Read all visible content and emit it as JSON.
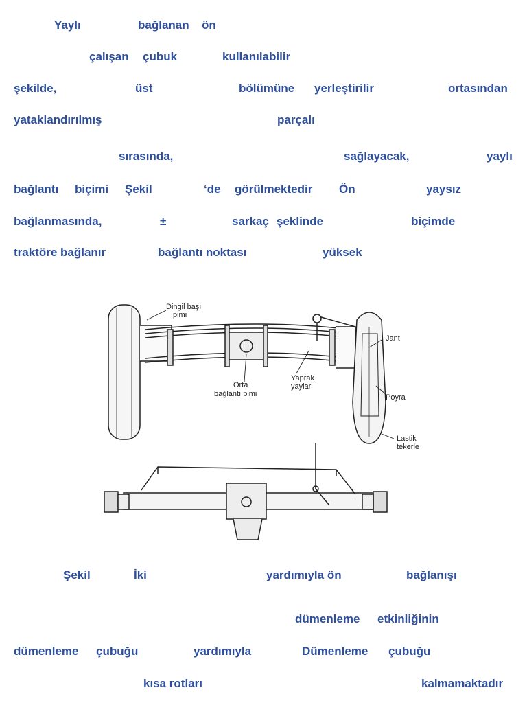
{
  "text": {
    "l1": [
      "Yaylı",
      "bağlanan",
      "ön"
    ],
    "l2": [
      "çalışan",
      "çubuk",
      "kullanılabilir"
    ],
    "l3": [
      "şekilde,",
      "üst",
      "bölümüne",
      "yerleştirilir",
      "ortasından"
    ],
    "l4": [
      "yataklandırılmış",
      "parçalı"
    ],
    "l5": [
      "sırasında,",
      "sağlayacak,",
      "yaylı"
    ],
    "l6": [
      "bağlantı",
      "biçimi",
      "Şekil",
      "‘de",
      "görülmektedir",
      "Ön",
      "yaysız"
    ],
    "l7": [
      "bağlanmasında,",
      "±",
      "sarkaç",
      "şeklinde",
      "biçimde"
    ],
    "l8": [
      "traktöre bağlanır",
      "bağlantı noktası",
      "yüksek"
    ],
    "caption": [
      "Şekil",
      "İki",
      "yardımıyla ön",
      "bağlanışı"
    ],
    "l10": [
      "dümenleme",
      "etkinliğinin"
    ],
    "l11": [
      "dümenleme",
      "çubuğu",
      "yardımıyla",
      "Dümenleme",
      "çubuğu"
    ],
    "l12": [
      "kısa rotları",
      "kalmamaktadır"
    ]
  },
  "figure": {
    "labels": {
      "dingil_basi_pimi": [
        "Dingil başı",
        "pimi"
      ],
      "jant": "Jant",
      "yaprak_yaylar": [
        "Yaprak",
        "yaylar"
      ],
      "orta_baglanti_pimi": [
        "Orta",
        "bağlantı pimi"
      ],
      "poyra": "Poyra",
      "lastik_tekerlek": [
        "Lastik",
        "tekerlek"
      ]
    }
  }
}
